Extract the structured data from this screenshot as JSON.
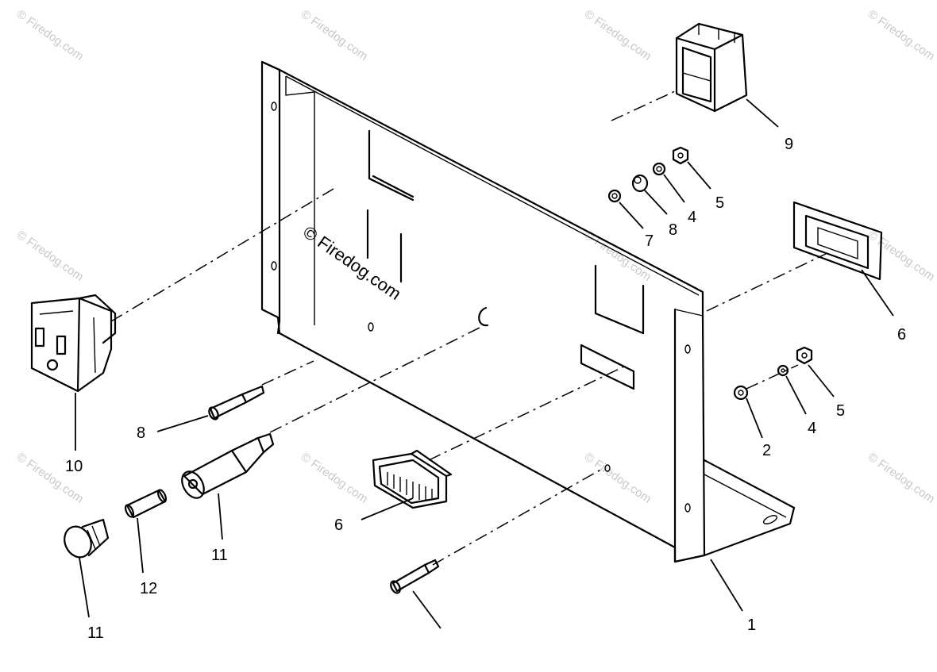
{
  "diagram": {
    "watermark_text": "© Firedog.com",
    "center_watermark_text": "© Firedog.com",
    "callouts": {
      "c1": "1",
      "c2": "2",
      "c4a": "4",
      "c4b": "4",
      "c5a": "5",
      "c5b": "5",
      "c6a": "6",
      "c6b": "6",
      "c7": "7",
      "c8a": "8",
      "c8b": "8",
      "c9": "9",
      "c10": "10",
      "c11a": "11",
      "c11b": "11",
      "c12": "12"
    }
  }
}
